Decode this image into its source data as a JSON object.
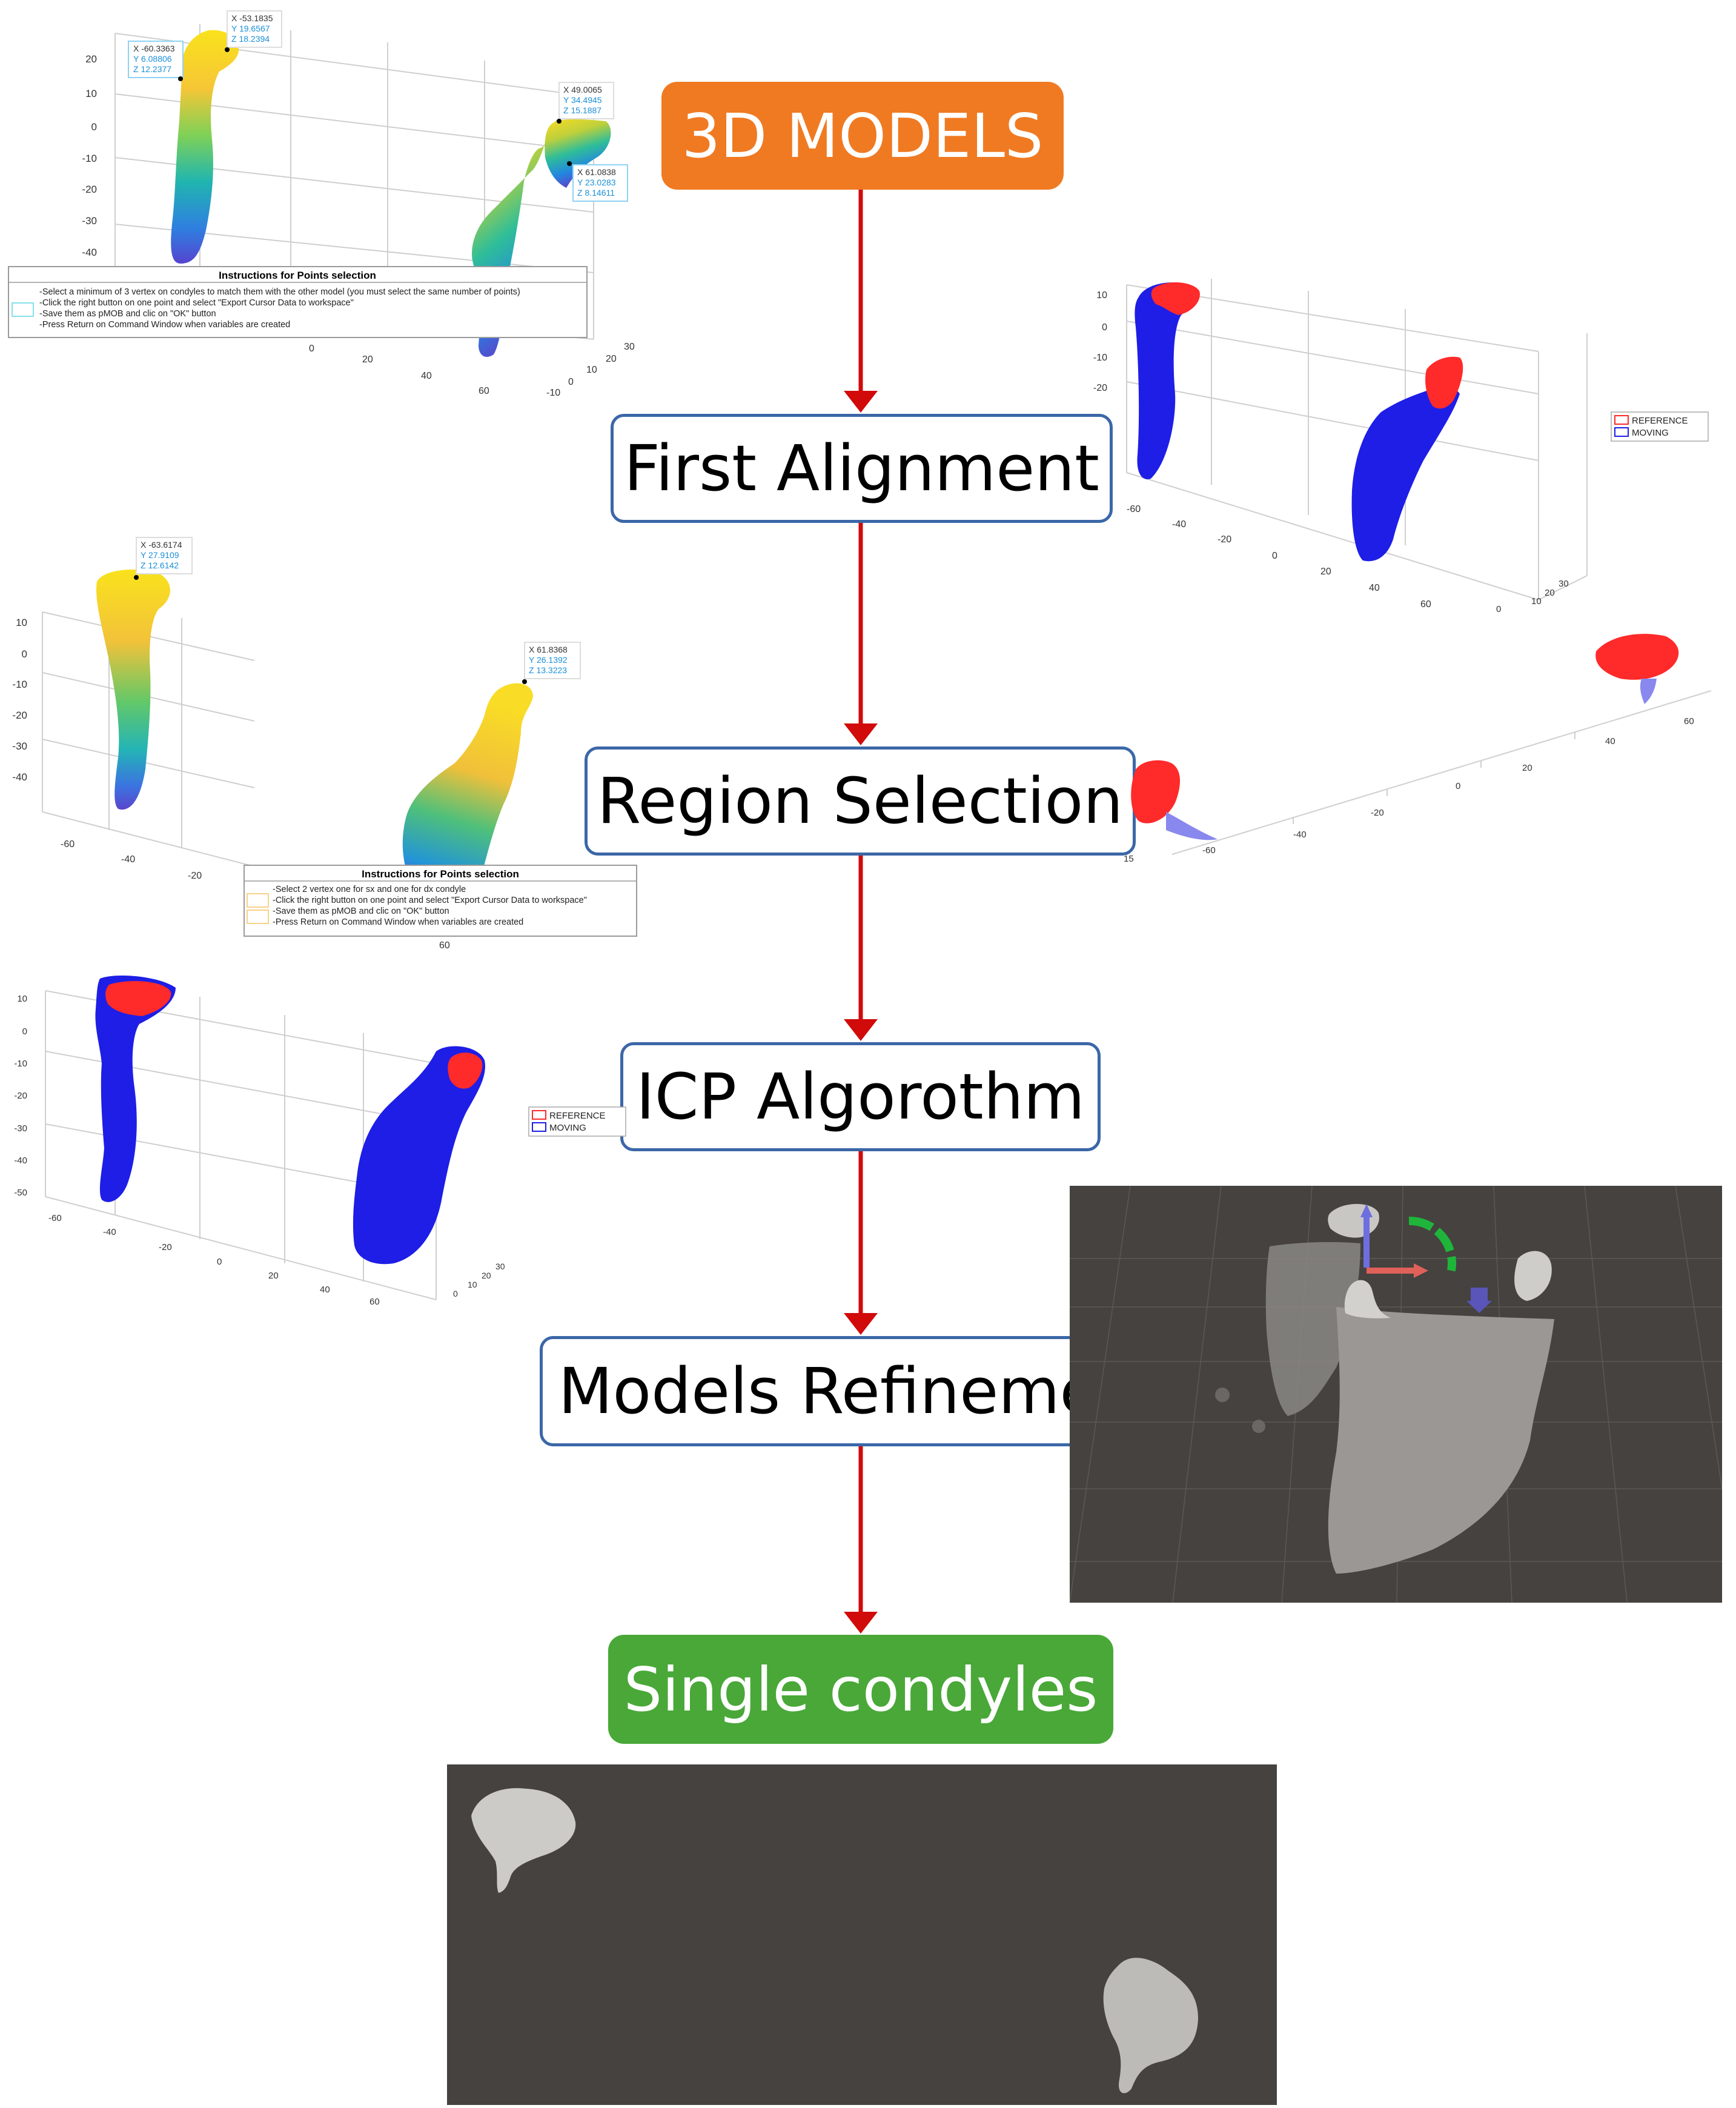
{
  "steps": [
    {
      "label": "3D MODELS",
      "color": "#f07a22"
    },
    {
      "label": "First Alignment"
    },
    {
      "label": "Region Selection"
    },
    {
      "label": "ICP Algorothm"
    },
    {
      "label": "Models Refinement"
    },
    {
      "label": "Single condyles",
      "color": "#49a838"
    }
  ],
  "colors": {
    "arrow": "#d10a0a",
    "box_border": "#3b67a7",
    "reference": "#ff2a2a",
    "moving": "#1e1ee6"
  },
  "panel1": {
    "yticks": [
      "20",
      "10",
      "0",
      "-10",
      "-20",
      "-30",
      "-40"
    ],
    "xticks": [
      "0",
      "20",
      "40",
      "60"
    ],
    "zticks": [
      "30",
      "20",
      "10",
      "0",
      "-10"
    ],
    "tips": [
      {
        "x": "X -60.3363",
        "y": "Y 6.08806",
        "z": "Z 12.2377"
      },
      {
        "x": "X -53.1835",
        "y": "Y 19.6567",
        "z": "Z 18.2394"
      },
      {
        "x": "X 49.0065",
        "y": "Y 34.4945",
        "z": "Z 15.1887"
      },
      {
        "x": "X 61.0838",
        "y": "Y 23.0283",
        "z": "Z 8.14611"
      }
    ],
    "instructions": {
      "title": "Instructions for Points selection",
      "lines": [
        "-Select a minimum of 3 vertex on condyles to match them with the other model (you must select the same number of points)",
        "-Click the right button on one point and select \"Export Cursor Data to workspace\"",
        "-Save them as pMOB and clic on \"OK\" button",
        "-Press Return on Command Window when variables are created"
      ]
    }
  },
  "panel2": {
    "yticks": [
      "10",
      "0",
      "-10",
      "-20"
    ],
    "xticks": [
      "-60",
      "-40",
      "-20",
      "0",
      "20",
      "40",
      "60"
    ],
    "zticks": [
      "30",
      "20",
      "10",
      "0"
    ],
    "legend": [
      "REFERENCE",
      "MOVING"
    ]
  },
  "panel3": {
    "yticks": [
      "10",
      "0",
      "-10",
      "-20",
      "-30",
      "-40"
    ],
    "xticks": [
      "-60",
      "-40",
      "-20"
    ],
    "tips": [
      {
        "x": "X -63.6174",
        "y": "Y 27.9109",
        "z": "Z 12.6142"
      },
      {
        "x": "X 61.8368",
        "y": "Y 26.1392",
        "z": "Z 13.3223"
      }
    ],
    "instructions": {
      "title": "Instructions for Points selection",
      "lines": [
        "-Select 2 vertex one for sx and one for dx condyle",
        "-Click the right button on one point and select \"Export Cursor Data to workspace\"",
        "-Save them as pMOB and clic on \"OK\" button",
        "-Press Return on Command Window when variables are created"
      ],
      "tick_below": "60"
    }
  },
  "panel4": {
    "xticks": [
      "60",
      "40",
      "20",
      "0",
      "-20",
      "-40",
      "-60"
    ],
    "left_tick": "15"
  },
  "panel5": {
    "yticks": [
      "10",
      "0",
      "-10",
      "-20",
      "-30",
      "-40",
      "-50"
    ],
    "xticks": [
      "-60",
      "-40",
      "-20",
      "0",
      "20",
      "40",
      "60"
    ],
    "zticks": [
      "30",
      "20",
      "10",
      "0"
    ],
    "legend": [
      "REFERENCE",
      "MOVING"
    ]
  }
}
